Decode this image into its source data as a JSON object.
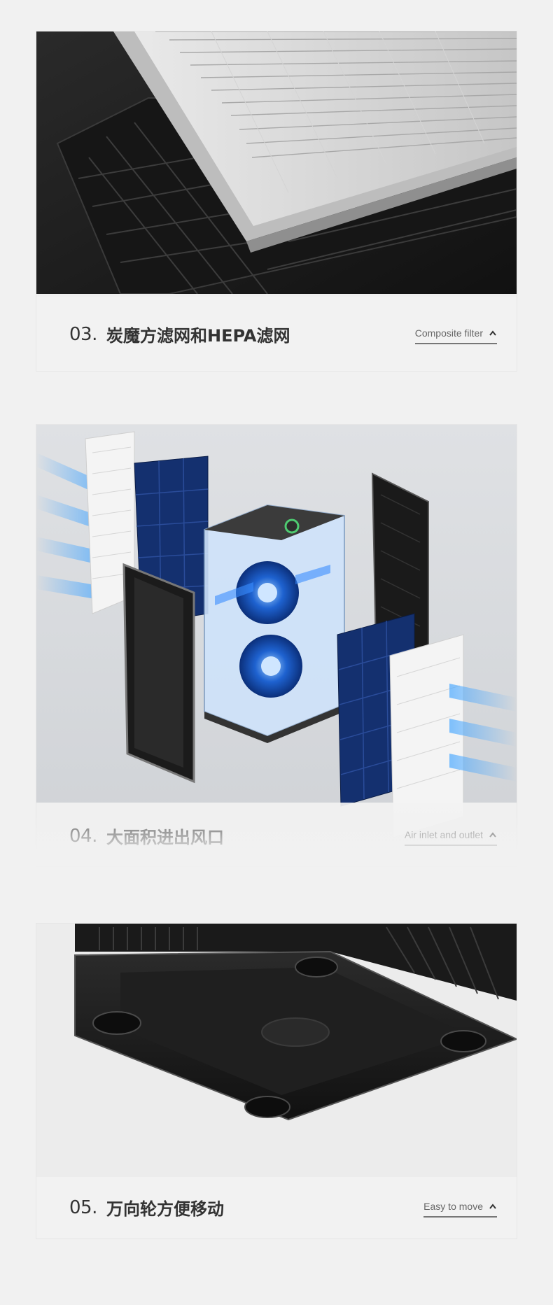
{
  "sections": [
    {
      "number": "03.",
      "title": "炭魔方滤网和HEPA滤网",
      "subtitle": "Composite filter",
      "image_icon": "filter-closeup-image"
    },
    {
      "number": "04.",
      "title": "大面积进出风口",
      "subtitle": "Air inlet and outlet",
      "image_icon": "exploded-air-purifier-image"
    },
    {
      "number": "05.",
      "title": "万向轮方便移动",
      "subtitle": "Easy to move",
      "image_icon": "caster-wheels-image"
    }
  ]
}
